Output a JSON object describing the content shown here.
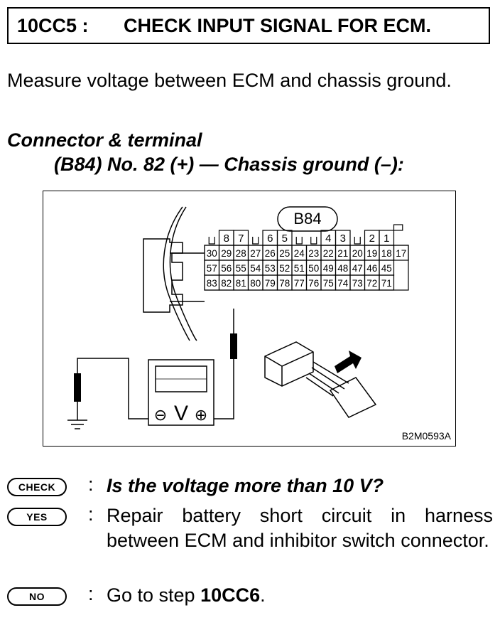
{
  "header": {
    "code": "10CC5 :",
    "title": "CHECK INPUT SIGNAL FOR ECM."
  },
  "intro": "Measure voltage between ECM and chassis ground.",
  "connector": {
    "heading": "Connector & terminal",
    "spec": "(B84) No. 82 (+) — Chassis ground (–):"
  },
  "figure": {
    "connector_label": "B84",
    "figure_id": "B2M0593A",
    "meter_symbol": "V",
    "neg_symbol": "⊖",
    "pos_symbol": "⊕",
    "top_row": [
      {
        "pos": 1,
        "label": "8"
      },
      {
        "pos": 2,
        "label": "7"
      },
      {
        "pos": 4,
        "label": "6"
      },
      {
        "pos": 5,
        "label": "5"
      },
      {
        "pos": 8,
        "label": "4"
      },
      {
        "pos": 9,
        "label": "3"
      },
      {
        "pos": 11,
        "label": "2"
      },
      {
        "pos": 12,
        "label": "1"
      }
    ],
    "rows": [
      [
        "30",
        "29",
        "28",
        "27",
        "26",
        "25",
        "24",
        "23",
        "22",
        "21",
        "20",
        "19",
        "18",
        "17"
      ],
      [
        "57",
        "56",
        "55",
        "54",
        "53",
        "52",
        "51",
        "50",
        "49",
        "48",
        "47",
        "46",
        "45"
      ],
      [
        "83",
        "82",
        "81",
        "80",
        "79",
        "78",
        "77",
        "76",
        "75",
        "74",
        "73",
        "72",
        "71"
      ]
    ]
  },
  "steps": [
    {
      "badge": "CHECK",
      "text": "Is the voltage more than 10 V?"
    },
    {
      "badge": "YES",
      "text": "Repair battery short circuit in harness between ECM and inhibitor switch connector."
    },
    {
      "badge": "NO",
      "text_prefix": "Go to step ",
      "text_bold": "10CC6",
      "text_suffix": "."
    }
  ]
}
